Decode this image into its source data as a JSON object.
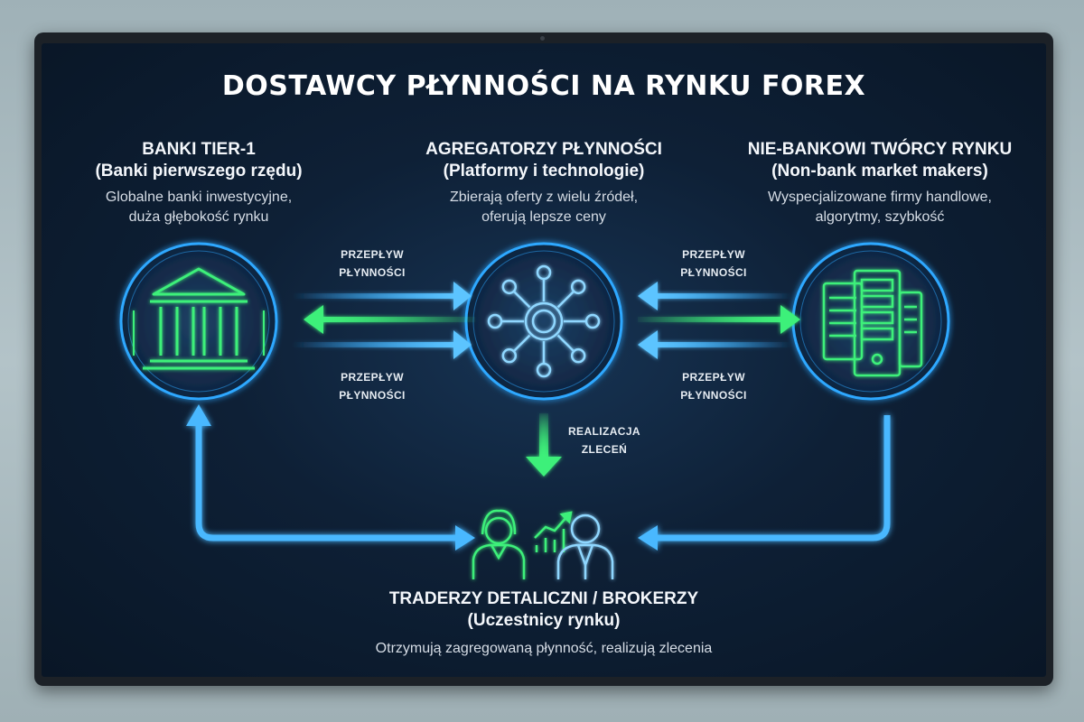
{
  "title": "DOSTAWCY PŁYNNOŚCI NA RYNKU FOREX",
  "banks": {
    "title": "BANKI TIER-1",
    "subtitle": "(Banki pierwszego rzędu)",
    "desc_line1": "Globalne banki inwestycyjne,",
    "desc_line2": "duża głębokość rynku",
    "icon": "bank-building-icon"
  },
  "aggregators": {
    "title": "AGREGATORZY PŁYNNOŚCI",
    "subtitle": "(Platformy i technologie)",
    "desc_line1": "Zbierają oferty z wielu źródeł,",
    "desc_line2": "oferują lepsze ceny",
    "icon": "network-hub-icon"
  },
  "nonbank": {
    "title": "NIE-BANKOWI TWÓRCY RYNKU",
    "subtitle": "(Non-bank market makers)",
    "desc_line1": "Wyspecjalizowane firmy handlowe,",
    "desc_line2": "algorytmy, szybkość",
    "icon": "server-rack-icon"
  },
  "traders": {
    "title": "TRADERZY DETALICZNI / BROKERZY",
    "subtitle": "(Uczestnicy rynku)",
    "desc": "Otrzymują zagregowaną płynność, realizują zlecenia",
    "icon": "traders-people-icon"
  },
  "flow_labels": {
    "left_top_1": "PRZEPŁYW",
    "left_top_2": "PŁYNNOŚCI",
    "left_bottom_1": "PRZEPŁYW",
    "left_bottom_2": "PŁYNNOŚCI",
    "right_top_1": "PRZEPŁYW",
    "right_top_2": "PŁYNNOŚCI",
    "right_bottom_1": "PRZEPŁYW",
    "right_bottom_2": "PŁYNNOŚCI",
    "exec_1": "REALIZACJA",
    "exec_2": "ZLECEŃ"
  },
  "colors": {
    "blue_glow": "#2ea8ff",
    "green_glow": "#3ef07a",
    "background": "#0e2036"
  }
}
